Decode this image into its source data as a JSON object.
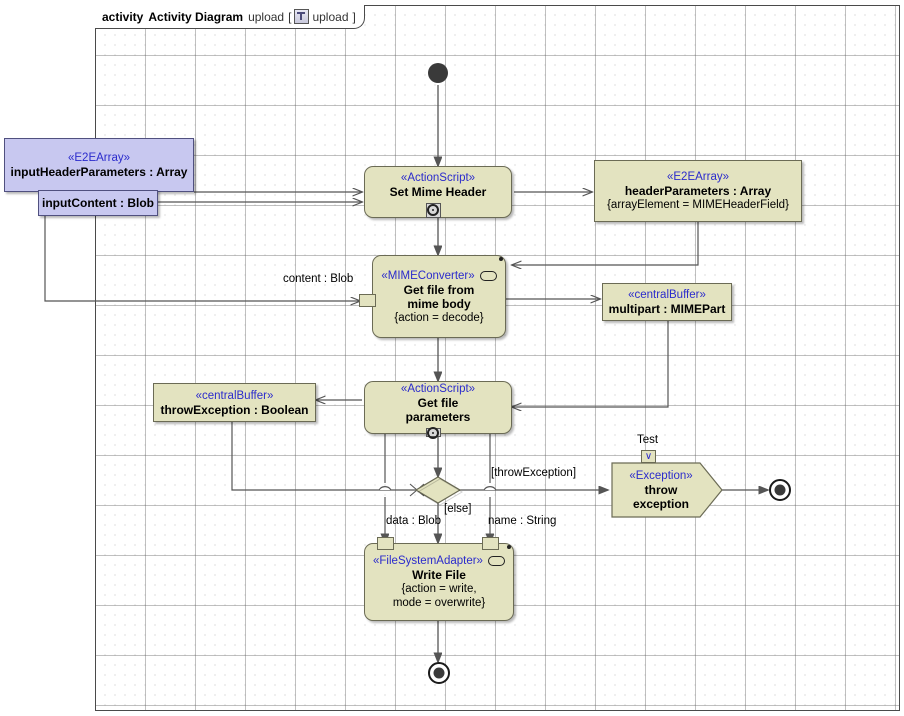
{
  "diagram": {
    "frame_keyword": "activity",
    "frame_type": "Activity Diagram",
    "frame_name": "upload",
    "frame_bracket_open": "[",
    "frame_bracket_close": "]",
    "frame_ref_name": "upload",
    "frame_icon": "activity-diagram-icon"
  },
  "colors": {
    "node_fill": "#e3e3c0",
    "node_border": "#6b6b55",
    "param_fill": "#c8c8f0",
    "param_border": "#50507f",
    "stereotype_text": "#2b2bcc",
    "edge": "#555555",
    "canvas": "#ffffff"
  },
  "nodes": {
    "input_header_parameters": {
      "stereotype": "«E2EArray»",
      "name": "inputHeaderParameters : Array"
    },
    "input_content": {
      "name": "inputContent : Blob"
    },
    "set_mime_header": {
      "stereotype": "«ActionScript»",
      "name": "Set Mime Header",
      "icon": "script-icon"
    },
    "header_parameters": {
      "stereotype": "«E2EArray»",
      "name": "headerParameters : Array",
      "constraint": "{arrayElement = MIMEHeaderField}"
    },
    "get_file_from_mime_body": {
      "stereotype": "«MIMEConverter»",
      "name_line1": "Get file from",
      "name_line2": "mime body",
      "constraint": "{action = decode}",
      "icon": "rake-icon"
    },
    "multipart": {
      "stereotype": "«centralBuffer»",
      "name": "multipart : MIMEPart"
    },
    "get_file_parameters": {
      "stereotype": "«ActionScript»",
      "name_line1": "Get file",
      "name_line2": "parameters",
      "icon": "script-icon"
    },
    "throw_exception_buffer": {
      "stereotype": "«centralBuffer»",
      "name": "throwException : Boolean"
    },
    "throw_exception": {
      "stereotype": "«Exception»",
      "name_line1": "throw",
      "name_line2": "exception",
      "pin_label": "Test",
      "pin_glyph": "∨"
    },
    "write_file": {
      "stereotype": "«FileSystemAdapter»",
      "name": "Write File",
      "constraint_line1": "{action = write,",
      "constraint_line2": "mode = overwrite}",
      "icon": "rake-icon"
    },
    "initial": {
      "name": "initial-node"
    },
    "final_main": {
      "name": "activity-final-node"
    },
    "final_exception": {
      "name": "activity-final-node"
    },
    "decision": {
      "name": "decision-node"
    }
  },
  "edge_labels": {
    "content_blob": "content : Blob",
    "throw_exception_guard": "[throwException]",
    "else_guard": "[else]",
    "data_blob": "data : Blob",
    "name_string": "name : String"
  }
}
